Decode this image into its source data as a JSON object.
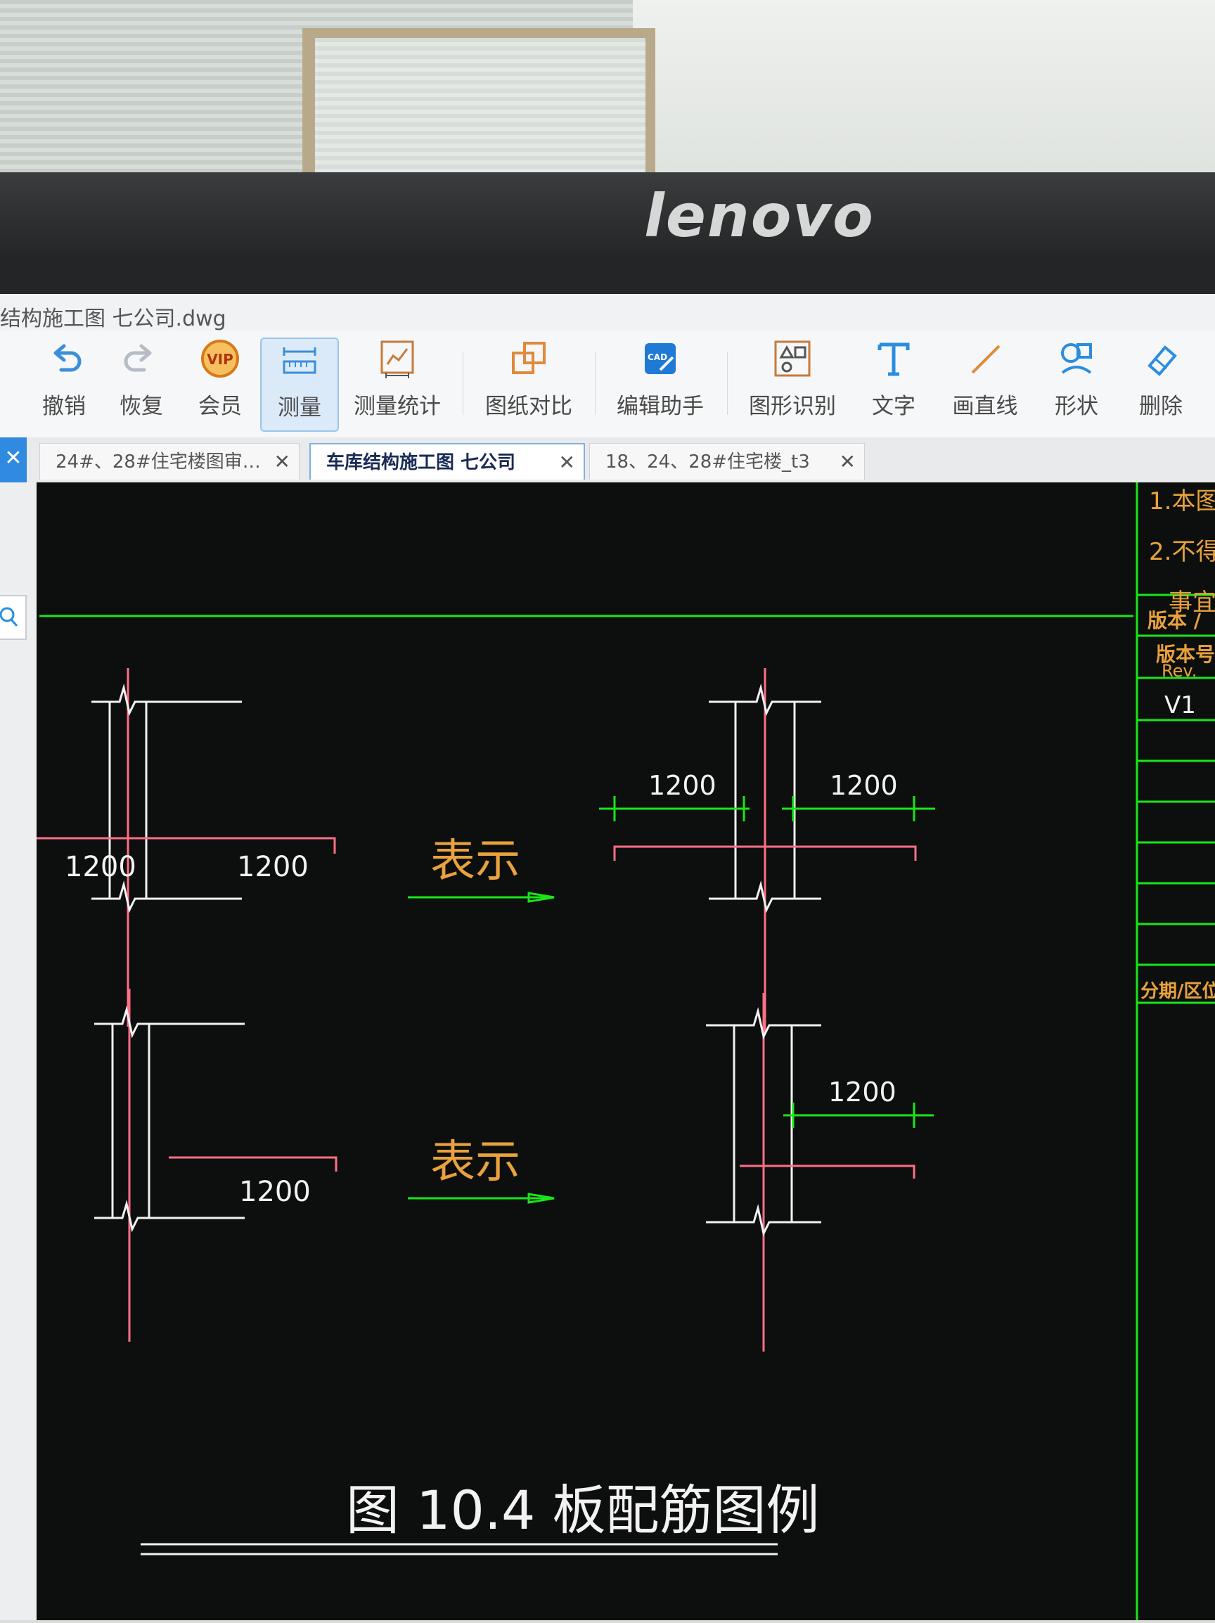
{
  "monitor": {
    "brand": "lenovo"
  },
  "window": {
    "title": "结构施工图 七公司.dwg"
  },
  "toolbar": {
    "undo": "撤销",
    "redo": "恢复",
    "vip": "会员",
    "vip_badge": "VIP",
    "measure": "测量",
    "measure_stats": "测量统计",
    "compare": "图纸对比",
    "edit_assistant": "编辑助手",
    "shape_recog": "图形识别",
    "text": "文字",
    "line": "画直线",
    "shape": "形状",
    "delete": "删除"
  },
  "tabs": [
    {
      "label": "24#、28#住宅楼图审…",
      "close": "✕"
    },
    {
      "label": "车库结构施工图 七公司",
      "close": "✕"
    },
    {
      "label": "18、24、28#住宅楼_t3",
      "close": "✕"
    }
  ],
  "drawing": {
    "dim": "1200",
    "represent": "表示",
    "caption": "图 10.4  板配筋图例",
    "title_block": {
      "note1": "1.本图",
      "note2": "2.不得",
      "note3": "事宜",
      "version": "版本 /",
      "version_no": "版本号",
      "rev": "Rev.",
      "rev_value": "V1",
      "phase": "分期/区位"
    }
  },
  "colors": {
    "canvas": "#0d0f0e",
    "green": "#19e619",
    "white": "#f2f2f2",
    "red": "#ff6f86",
    "orange": "#e9a23c"
  }
}
